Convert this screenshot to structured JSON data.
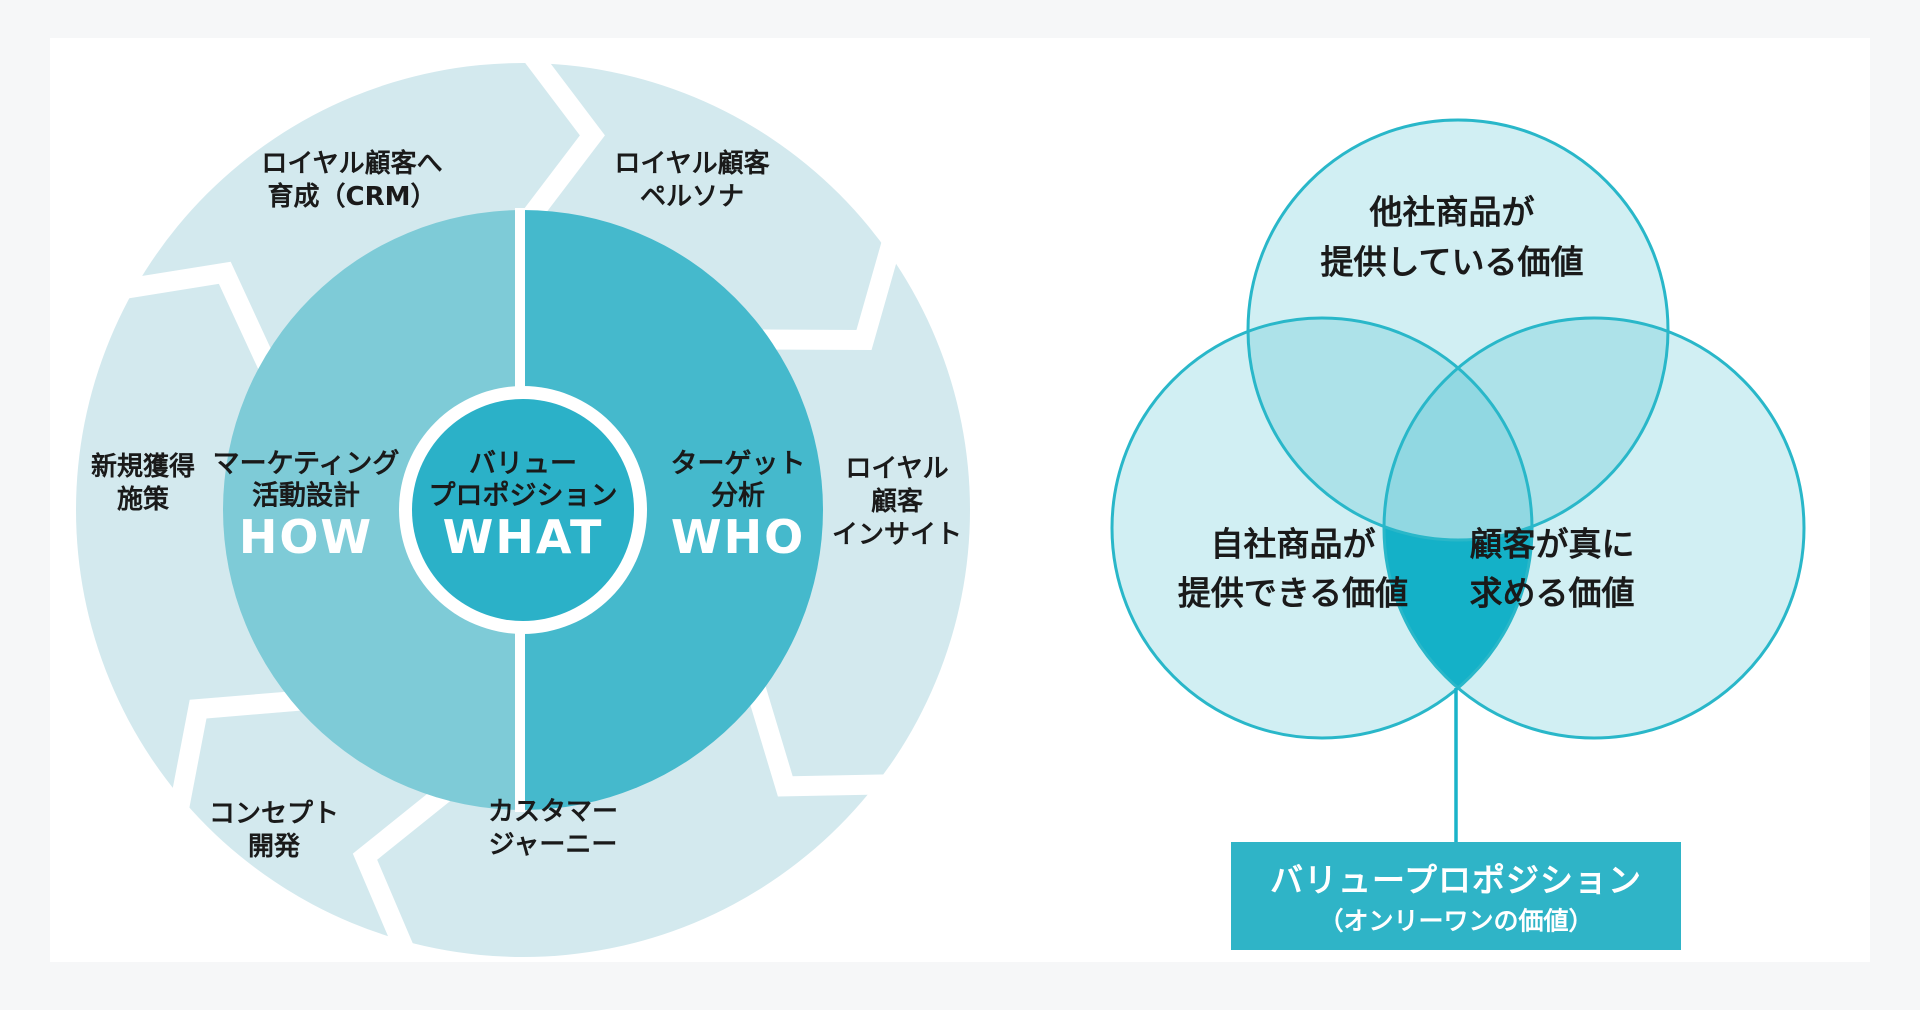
{
  "page": {
    "background_color": "#f6f7f8",
    "card_color": "#ffffff"
  },
  "cycle_diagram": {
    "center_circle": {
      "line1": "バリュー",
      "line2": "プロポジション",
      "keyword": "WHAT"
    },
    "left_half": {
      "line1": "マーケティング",
      "line2": "活動設計",
      "keyword": "HOW"
    },
    "right_half": {
      "line1": "ターゲット",
      "line2": "分析",
      "keyword": "WHO"
    },
    "ring_labels": {
      "top_left": {
        "line1": "ロイヤル顧客へ",
        "line2": "育成（CRM）"
      },
      "top_right": {
        "line1": "ロイヤル顧客",
        "line2": "ペルソナ"
      },
      "left": {
        "line1": "新規獲得",
        "line2": "施策"
      },
      "right": {
        "line1": "ロイヤル",
        "line2": "顧客",
        "line3": "インサイト"
      },
      "bottom_left": {
        "line1": "コンセプト",
        "line2": "開発"
      },
      "bottom_right": {
        "line1": "カスタマー",
        "line2": "ジャーニー"
      }
    },
    "colors": {
      "outer_ring": "#d3e9ee",
      "left_half": "#7ecbd7",
      "right_half": "#45b9cc",
      "center": "#2bb1c8",
      "divider": "#ffffff"
    }
  },
  "venn_diagram": {
    "top_circle": {
      "line1": "他社商品が",
      "line2": "提供している価値"
    },
    "left_circle": {
      "line1": "自社商品が",
      "line2": "提供できる価値"
    },
    "right_circle": {
      "line1": "顧客が真に",
      "line2": "求める価値"
    },
    "callout": {
      "line1": "バリュープロポジション",
      "line2": "（オンリーワンの価値）"
    },
    "colors": {
      "stroke": "#29b7c9",
      "fill": "rgba(47,182,200,0.22)",
      "lens": "#14b1c8",
      "box": "#2fb4c7",
      "connector": "#1ab3c9"
    }
  }
}
